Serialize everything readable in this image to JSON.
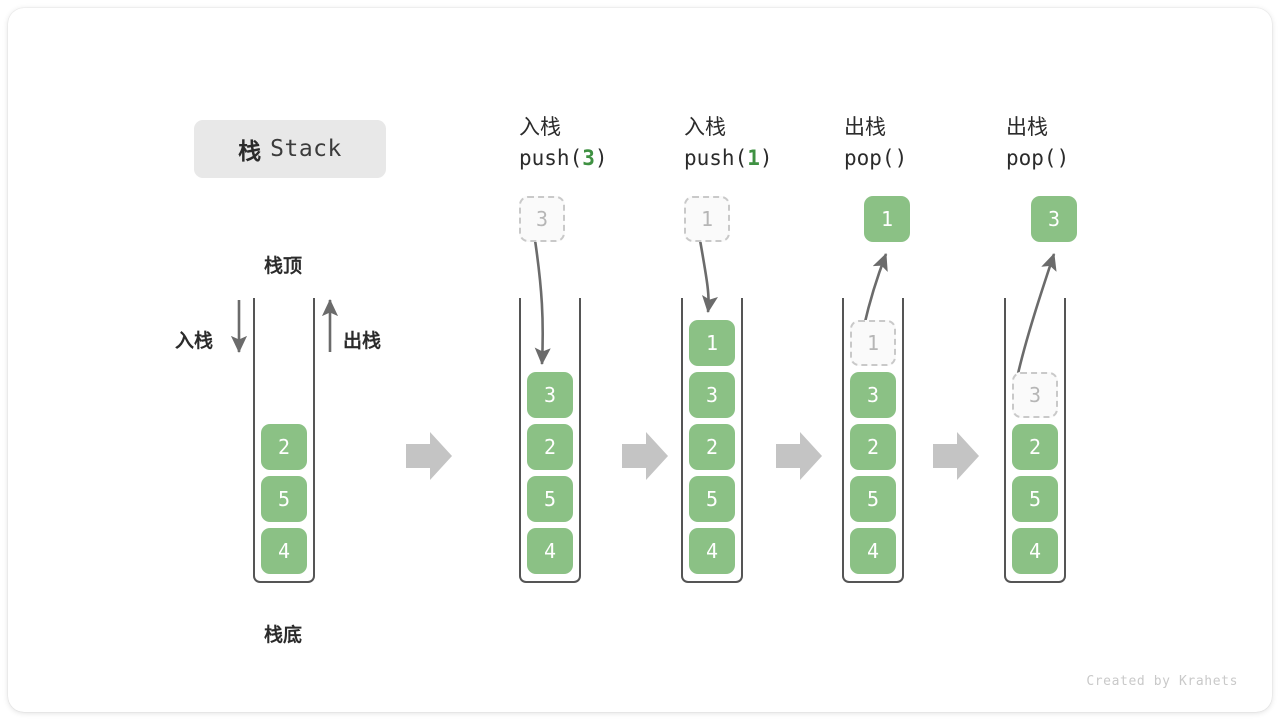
{
  "title": {
    "cn": "栈",
    "en": "Stack"
  },
  "legend": {
    "top_label": "栈顶",
    "bottom_label": "栈底",
    "push_label": "入栈",
    "pop_label": "出栈"
  },
  "colors": {
    "cell_green": "#8bc185",
    "accent_green": "#3f9142",
    "ghost_border": "#c9c9c9",
    "ghost_text": "#b6b6b6",
    "arrow_gray": "#6b6b6b",
    "chevron_gray": "#c4c4c4",
    "badge_bg": "#e8e8e8",
    "text_dark": "#2b2b2b"
  },
  "columns": [
    {
      "id": "initial",
      "header_line1": "",
      "header_line2": "",
      "header_arg": "",
      "incoming": null,
      "outgoing": null,
      "cells": [
        {
          "value": "2",
          "state": "solid"
        },
        {
          "value": "5",
          "state": "solid"
        },
        {
          "value": "4",
          "state": "solid"
        }
      ]
    },
    {
      "id": "push-3",
      "header_line1": "入栈",
      "header_line2": "push(3)",
      "header_arg": "3",
      "incoming": {
        "value": "3",
        "state": "ghost"
      },
      "outgoing": null,
      "cells": [
        {
          "value": "3",
          "state": "solid"
        },
        {
          "value": "2",
          "state": "solid"
        },
        {
          "value": "5",
          "state": "solid"
        },
        {
          "value": "4",
          "state": "solid"
        }
      ]
    },
    {
      "id": "push-1",
      "header_line1": "入栈",
      "header_line2": "push(1)",
      "header_arg": "1",
      "incoming": {
        "value": "1",
        "state": "ghost"
      },
      "outgoing": null,
      "cells": [
        {
          "value": "1",
          "state": "solid"
        },
        {
          "value": "3",
          "state": "solid"
        },
        {
          "value": "2",
          "state": "solid"
        },
        {
          "value": "5",
          "state": "solid"
        },
        {
          "value": "4",
          "state": "solid"
        }
      ]
    },
    {
      "id": "pop-1",
      "header_line1": "出栈",
      "header_line2": "pop()",
      "header_arg": "",
      "incoming": null,
      "outgoing": {
        "value": "1",
        "state": "solid"
      },
      "cells": [
        {
          "value": "1",
          "state": "ghost"
        },
        {
          "value": "3",
          "state": "solid"
        },
        {
          "value": "2",
          "state": "solid"
        },
        {
          "value": "5",
          "state": "solid"
        },
        {
          "value": "4",
          "state": "solid"
        }
      ]
    },
    {
      "id": "pop-3",
      "header_line1": "出栈",
      "header_line2": "pop()",
      "header_arg": "",
      "incoming": null,
      "outgoing": {
        "value": "3",
        "state": "solid"
      },
      "cells": [
        {
          "value": "3",
          "state": "ghost"
        },
        {
          "value": "2",
          "state": "solid"
        },
        {
          "value": "5",
          "state": "solid"
        },
        {
          "value": "4",
          "state": "solid"
        }
      ]
    }
  ],
  "credit": "Created by Krahets"
}
